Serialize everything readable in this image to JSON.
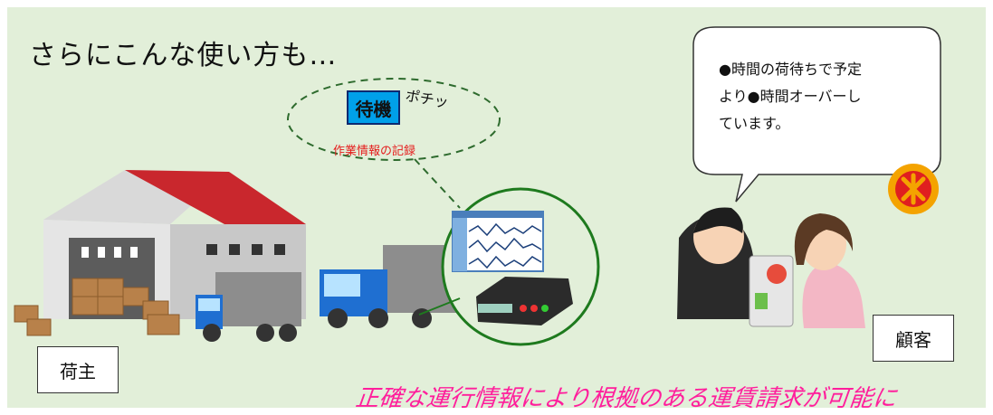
{
  "heading": "さらにこんな使い方も…",
  "callout": {
    "button_label": "待機",
    "sound": "ポチッ",
    "caption": "作業情報の記録"
  },
  "speech_bubble": {
    "lines": [
      "●時間の荷待ちで予定",
      "より●時間オーバーし",
      "ています。"
    ]
  },
  "labels": {
    "shipper": "荷主",
    "customer": "顧客"
  },
  "footer": "正確な運行情報により根拠のある運賃請求が可能に",
  "colors": {
    "panel_bg": "#e2efd9",
    "callout_button": "#00a0e9",
    "caption_text": "#e51c1c",
    "footer_text": "#ff1e9c"
  }
}
